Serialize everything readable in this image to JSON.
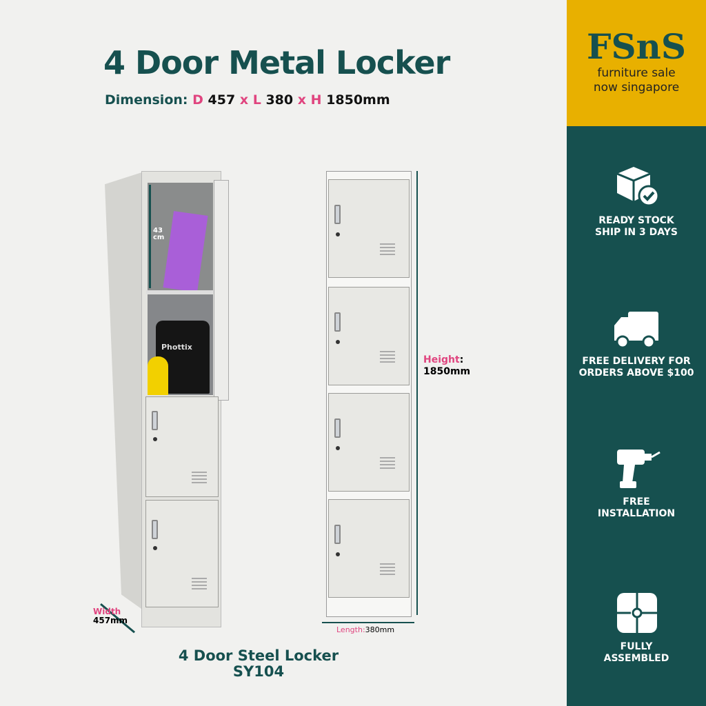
{
  "header": {
    "title": "4 Door Metal Locker",
    "dimension_label": "Dimension:",
    "d_label": "D",
    "d_value": "457",
    "x1": "x",
    "l_label": "L",
    "l_value": "380",
    "x2": "x",
    "h_label": "H",
    "h_value": "1850mm"
  },
  "brand": {
    "name": "FSnS",
    "tagline_1": "furniture sale",
    "tagline_2": "now singapore"
  },
  "features": [
    {
      "icon": "box-check-icon",
      "line1": "READY STOCK",
      "line2": "SHIP IN 3 DAYS"
    },
    {
      "icon": "delivery-truck-icon",
      "line1": "FREE DELIVERY FOR",
      "line2": "ORDERS ABOVE $100"
    },
    {
      "icon": "power-drill-icon",
      "line1": "FREE",
      "line2": "INSTALLATION"
    },
    {
      "icon": "puzzle-icon",
      "line1": "FULLY",
      "line2": "ASSEMBLED"
    }
  ],
  "annotations": {
    "compartment_height": "43",
    "compartment_unit": "cm",
    "width_label": "Width",
    "width_value": "457mm",
    "height_label": "Height",
    "height_colon": ":",
    "height_value": "1850mm",
    "length_label": "Length:",
    "length_value": "380mm",
    "bag_brand": "Phottix"
  },
  "caption": {
    "line1": "4 Door Steel Locker",
    "line2": "SY104"
  },
  "colors": {
    "teal": "#16504f",
    "yellow": "#e8b000",
    "pink": "#e0457f"
  }
}
